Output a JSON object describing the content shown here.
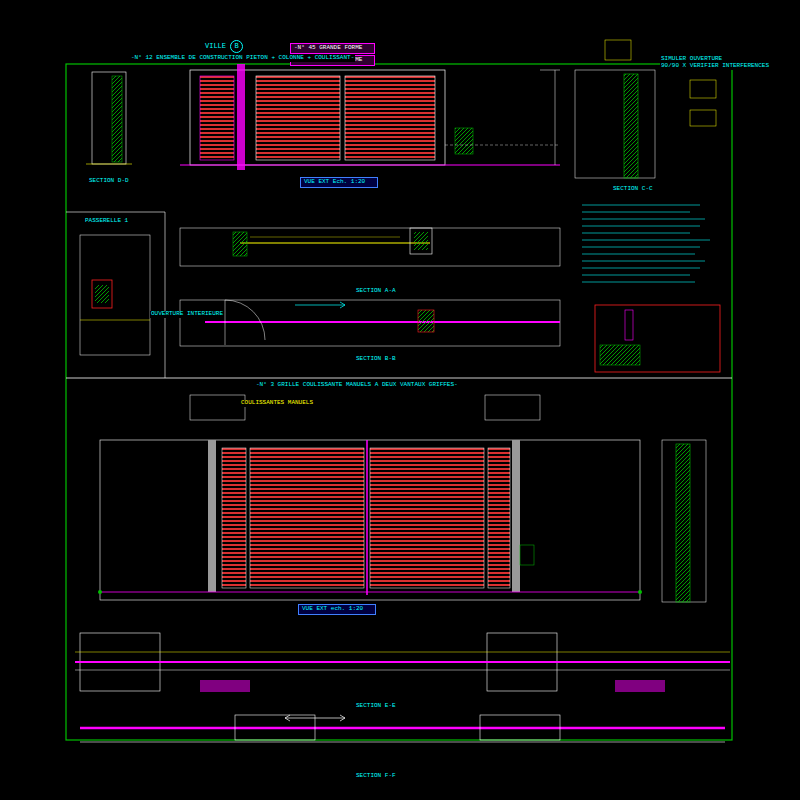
{
  "diagram": {
    "nodes": [
      {
        "text": [
          "VILLE",
          "B"
        ]
      },
      {
        "text": [
          "-N° 45 GRANDE FORME"
        ]
      },
      {
        "text": [
          "-N° 45 PETITE FORME"
        ]
      },
      {
        "text": [
          "VUE EXT Ech. 1:20"
        ]
      },
      {
        "text": [
          "VUE EXT ech. 1:20"
        ]
      }
    ],
    "labels": [
      "-N° 12 ENSEMBLE DE CONSTRUCTION PIETON + COLONNE + COULISSANT-",
      "SECTION D-D",
      "SECTION C-C",
      "SIMULER OUVERTURE",
      "90/90 X VERIFIER INTERFERENCES",
      "PASSERELLE 1",
      "OUVERTURE INTERIEURE",
      "SECTION A-A",
      "SECTION B-B",
      "-N° 3 GRILLE COULISSANTE MANUELS A DEUX VANTAUX GRIFFES-",
      "COULISSANTES MANUELS",
      "SECTION E-E",
      "SECTION F-F"
    ]
  }
}
